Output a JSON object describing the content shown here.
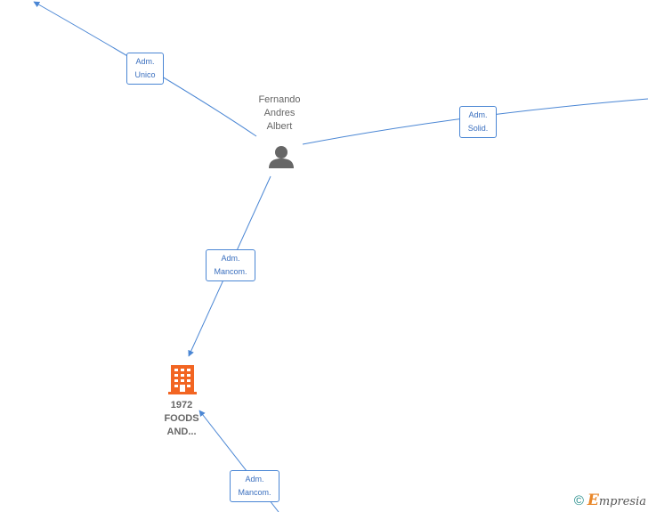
{
  "nodes": {
    "person": {
      "name_lines": [
        "Fernando",
        "Andres",
        "Albert"
      ],
      "icon": "person-icon",
      "color": "#666666"
    },
    "company": {
      "name_lines": [
        "1972",
        "FOODS",
        "AND..."
      ],
      "icon": "building-icon",
      "color": "#f26522"
    }
  },
  "edges": [
    {
      "label_lines": [
        "Adm.",
        "Unico"
      ]
    },
    {
      "label_lines": [
        "Adm.",
        "Solid."
      ]
    },
    {
      "label_lines": [
        "Adm.",
        "Mancom."
      ]
    },
    {
      "label_lines": [
        "Adm.",
        "Mancom."
      ]
    }
  ],
  "colors": {
    "edge": "#4a86d4",
    "edge_label_text": "#3a6fbf"
  },
  "footer": {
    "copyright_symbol": "©",
    "brand_first": "E",
    "brand_rest": "mpresia"
  }
}
